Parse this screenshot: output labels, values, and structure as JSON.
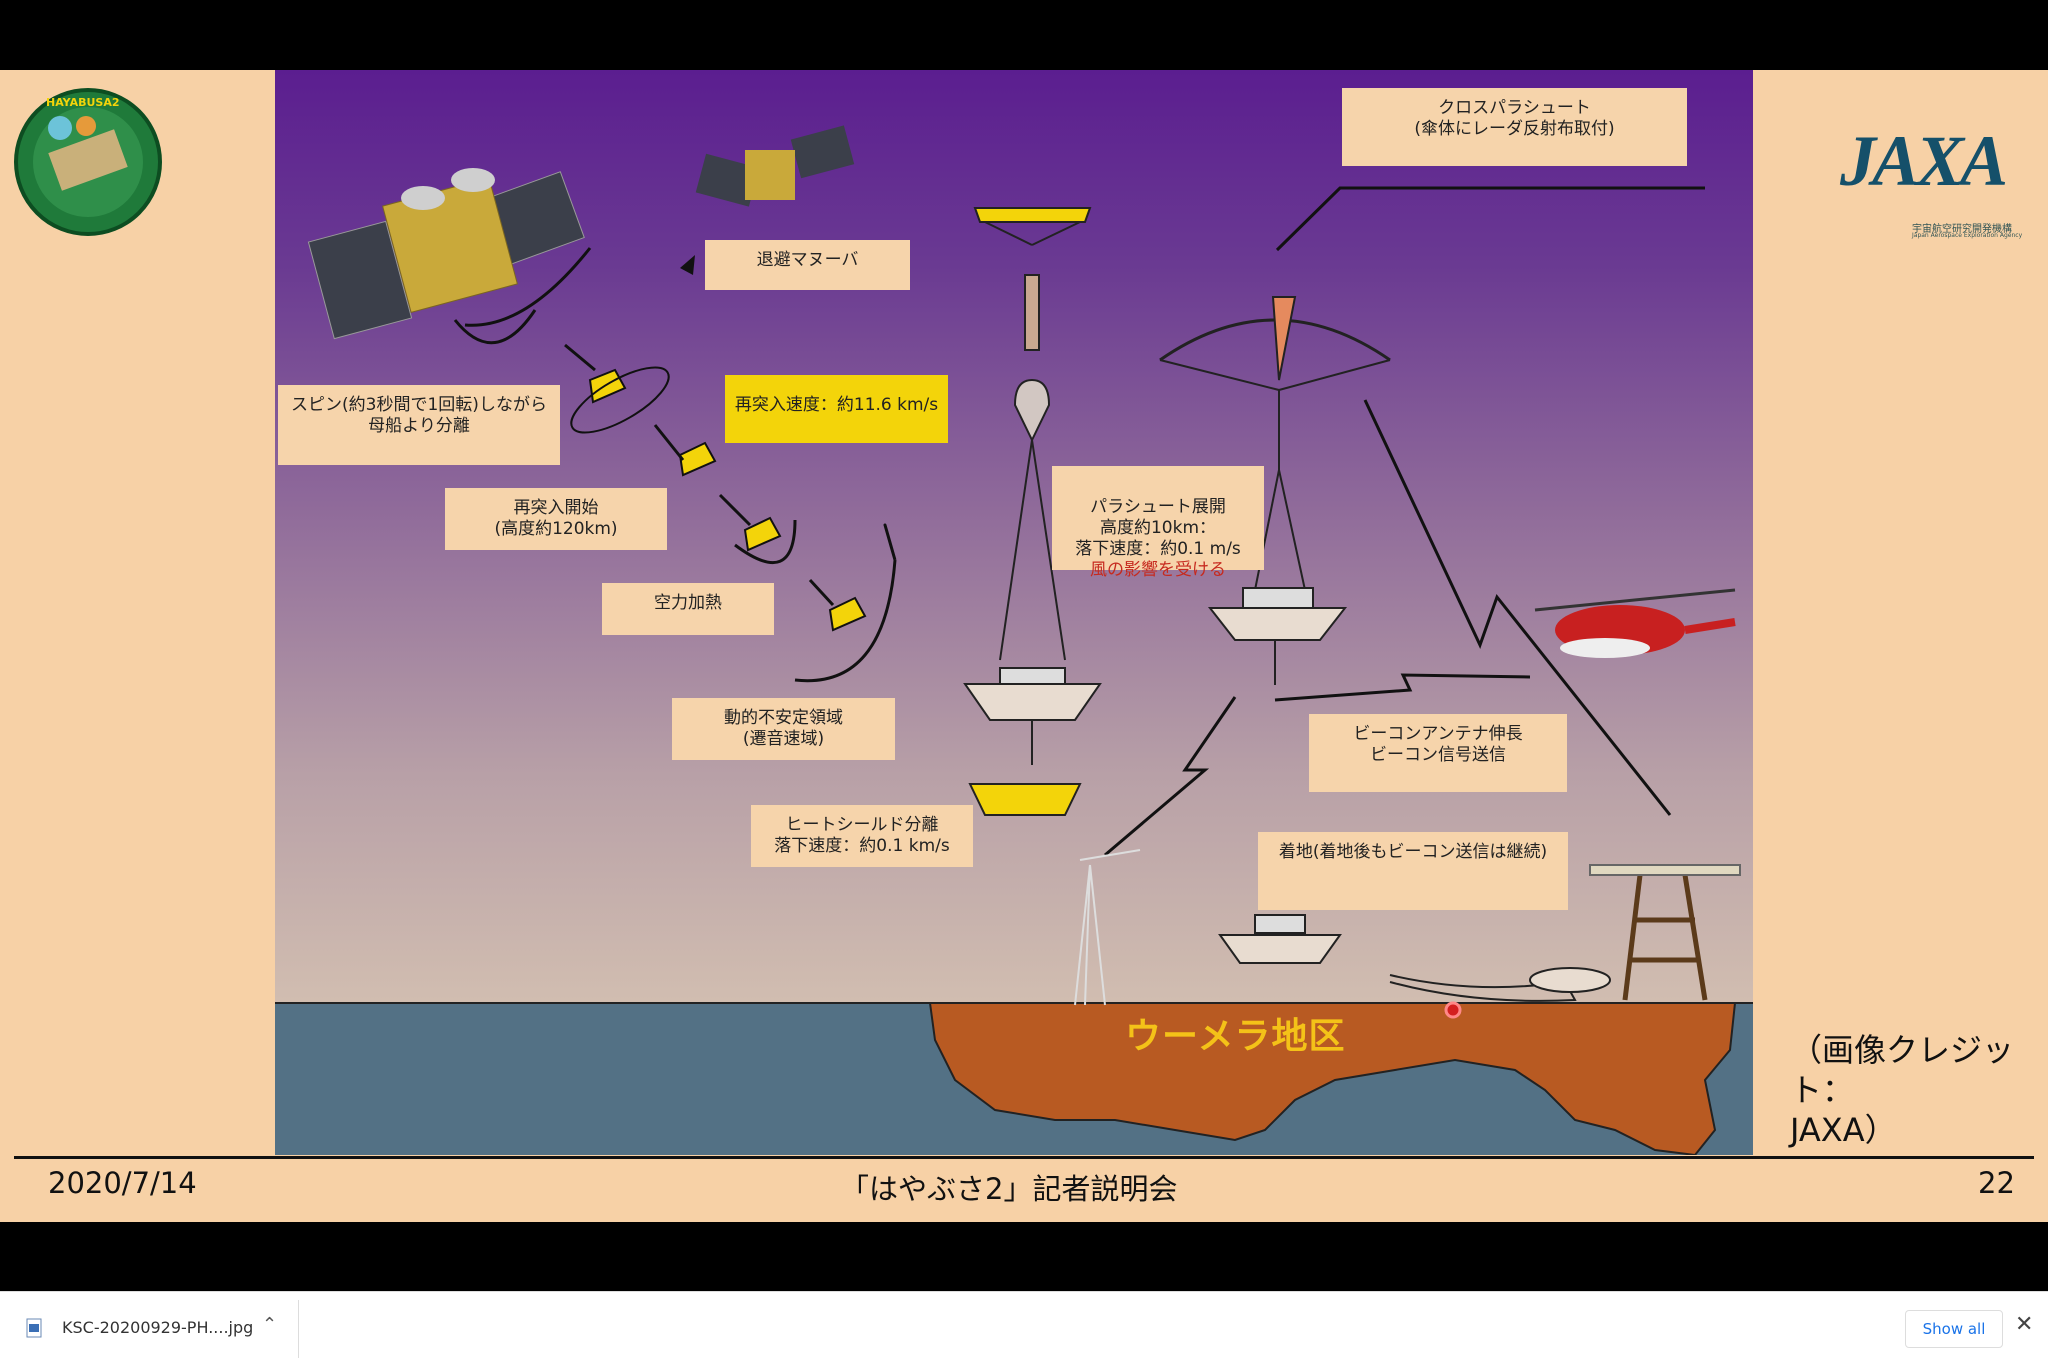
{
  "slide": {
    "labels": {
      "separation": "スピン(約3秒間で1回転)しながら\n母船より分離",
      "avoidance": "退避マヌーバ",
      "reentry_speed": "再突入速度：約11.6 km/s",
      "reentry_start": "再突入開始\n(高度約120km)",
      "aero_heating": "空力加熱",
      "dynamic_instability": "動的不安定領域\n(遷音速域)",
      "heat_shield": "ヒートシールド分離\n落下速度：約0.1 km/s",
      "parachute_deploy": "パラシュート展開\n高度約10km：\n落下速度：約0.1 m/s",
      "parachute_warn": "風の影響を受ける",
      "cross_parachute": "クロスパラシュート\n(傘体にレーダ反射布取付)",
      "beacon": "ビーコンアンテナ伸長\nビーコン信号送信",
      "landing": "着地(着地後もビーコン送信は継続)"
    },
    "region": "ウーメラ地区",
    "credit": "（画像クレジット：\nJAXA）",
    "badge_text": "HAYABUSA2",
    "logo": {
      "word": "JAXA",
      "jp": "宇宙航空研究開発機構",
      "en": "Japan Aerospace Exploration Agency"
    },
    "footer": {
      "date": "2020/7/14",
      "title": "「はやぶさ2」記者説明会",
      "page": "22"
    }
  },
  "download_bar": {
    "file_name": "KSC-20200929-PH....jpg",
    "show_all": "Show all",
    "icons": [
      "image-file-icon",
      "chevron-up-icon",
      "close-icon"
    ]
  },
  "colors": {
    "slide_bg": "#f7d1a6",
    "capsule": "#f3d40a",
    "land": "#b85a22",
    "sea": "#537185"
  }
}
